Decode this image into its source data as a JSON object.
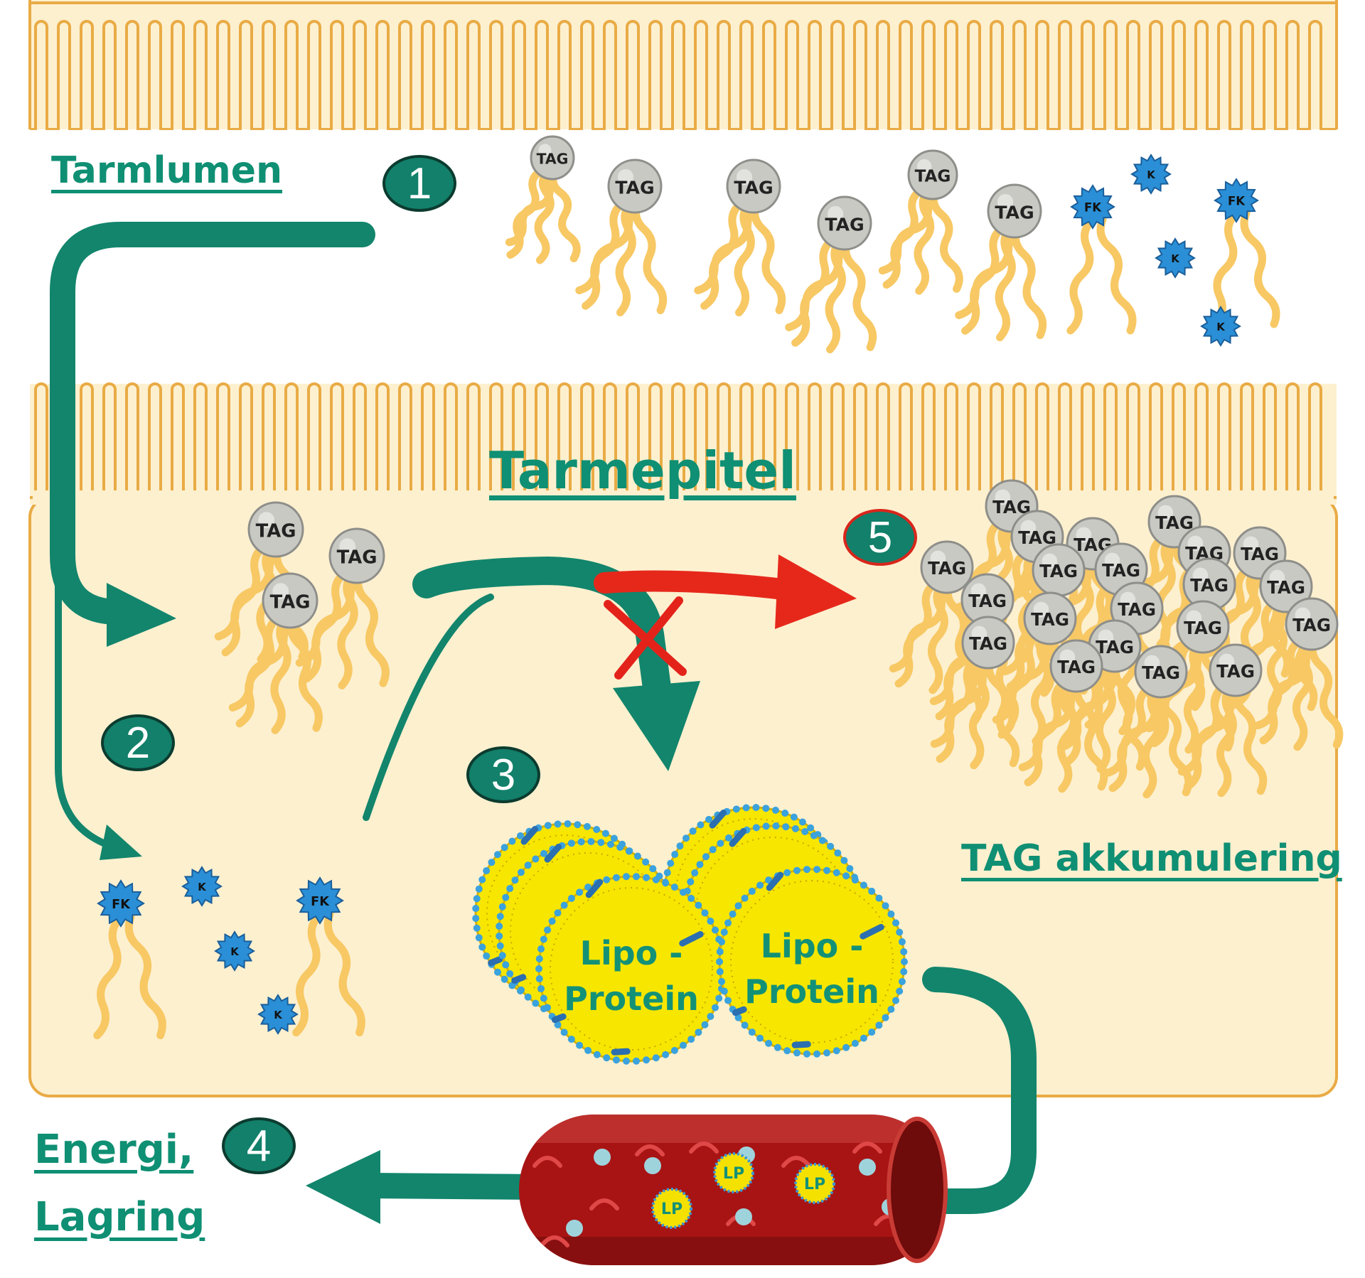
{
  "labels": {
    "lumen": "Tarmlumen",
    "epithelium": "Tarmepitel",
    "accumulation": "TAG akkumulering",
    "energy_line1": "Energi,",
    "energy_line2": "Lagring"
  },
  "steps": [
    "1",
    "2",
    "3",
    "4",
    "5"
  ],
  "molecules": {
    "tag": "TAG",
    "fatty_acid": "FK",
    "k": "K",
    "lipoprotein_line1": "Lipo -",
    "lipoprotein_line2": "Protein",
    "lp": "LP"
  },
  "colors": {
    "arrow_green": "#12856c",
    "arrow_red": "#e6281b",
    "cell_fill": "#fdf0cf",
    "cell_border": "#e9ab45",
    "tag_head": "#c9c9c4",
    "fk_star": "#2a8fd6",
    "lipoprotein": "#f7e600",
    "vessel": "#a81414"
  }
}
